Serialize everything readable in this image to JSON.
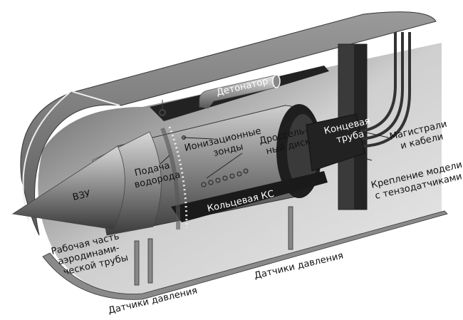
{
  "diagram": {
    "title": "",
    "colors": {
      "background": "#ffffff",
      "tube_dark": "#4a4a4a",
      "tube_light": "#b8b8b8",
      "body_metal": "#9c9c9c",
      "label_dark": "#111111",
      "label_light": "#ffffff"
    },
    "labels": {
      "detonator": "Детонатор",
      "ionization_probes_1": "Ионизационные",
      "ionization_probes_2": "зонды",
      "throttle_disk_1": "Дроссель-",
      "throttle_disk_2": "ный диск",
      "end_pipe_1": "Концевая",
      "end_pipe_2": "труба",
      "lines_cables_1": "Магистрали",
      "lines_cables_2": "и кабели",
      "hydrogen_feed_1": "Подача",
      "hydrogen_feed_2": "водорода",
      "intake": "ВЗУ",
      "annular_cc": "Кольцевая КС",
      "model_mount_1": "Крепление модели",
      "model_mount_2": "с тензодатчиками",
      "test_section_1": "Рабочая часть",
      "test_section_2": "аэродинами-",
      "test_section_3": "ческой трубы",
      "pressure_sensors_right": "Датчики давления",
      "pressure_sensors_left": "Датчики давления"
    }
  }
}
